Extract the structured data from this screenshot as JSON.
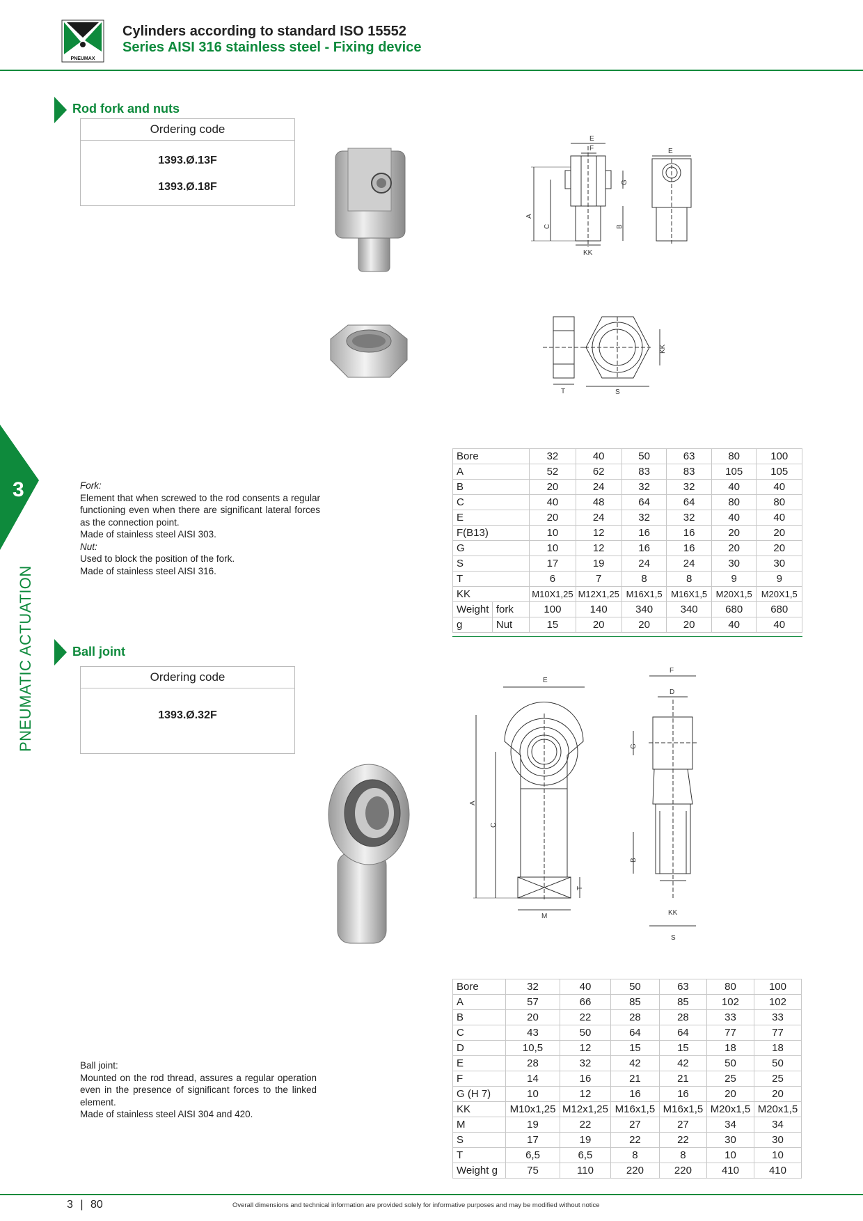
{
  "header": {
    "logo_text": "PNEUMAX",
    "title": "Cylinders according to standard ISO 15552",
    "subtitle": "Series AISI 316 stainless steel - Fixing device"
  },
  "sidebar": {
    "chapter": "3",
    "label": "PNEUMATIC ACTUATION"
  },
  "section1": {
    "title": "Rod fork and nuts",
    "ordering_header": "Ordering code",
    "codes": [
      "1393.Ø.13F",
      "1393.Ø.18F"
    ],
    "fork_labels": {
      "E1": "E",
      "F": "F",
      "G": "G",
      "A": "A",
      "C": "C",
      "B": "B",
      "KK": "KK",
      "E2": "E"
    },
    "nut_labels": {
      "KK": "KK",
      "T": "T",
      "S": "S"
    },
    "desc": {
      "fork_title": "Fork:",
      "fork_text": "Element that when screwed to the rod consents a regular functioning even when there are significant lateral forces as the connection point.",
      "fork_material": "Made of stainless steel AISI 303.",
      "nut_title": "Nut:",
      "nut_text": "Used to block the position of the fork.",
      "nut_material": "Made of stainless steel AISI 316."
    },
    "table": {
      "rows": [
        [
          "Bore",
          "32",
          "40",
          "50",
          "63",
          "80",
          "100"
        ],
        [
          "A",
          "52",
          "62",
          "83",
          "83",
          "105",
          "105"
        ],
        [
          "B",
          "20",
          "24",
          "32",
          "32",
          "40",
          "40"
        ],
        [
          "C",
          "40",
          "48",
          "64",
          "64",
          "80",
          "80"
        ],
        [
          "E",
          "20",
          "24",
          "32",
          "32",
          "40",
          "40"
        ],
        [
          "F(B13)",
          "10",
          "12",
          "16",
          "16",
          "20",
          "20"
        ],
        [
          "G",
          "10",
          "12",
          "16",
          "16",
          "20",
          "20"
        ],
        [
          "S",
          "17",
          "19",
          "24",
          "24",
          "30",
          "30"
        ],
        [
          "T",
          "6",
          "7",
          "8",
          "8",
          "9",
          "9"
        ],
        [
          "KK",
          "M10X1,25",
          "M12X1,25",
          "M16X1,5",
          "M16X1,5",
          "M20X1,5",
          "M20X1,5"
        ]
      ],
      "weight_label": "Weight",
      "weight_unit": "g",
      "fork_label": "fork",
      "nut_label": "Nut",
      "fork_weights": [
        "100",
        "140",
        "340",
        "340",
        "680",
        "680"
      ],
      "nut_weights": [
        "15",
        "20",
        "20",
        "20",
        "40",
        "40"
      ]
    }
  },
  "section2": {
    "title": "Ball joint",
    "ordering_header": "Ordering code",
    "codes": [
      "1393.Ø.32F"
    ],
    "drawing_labels": {
      "E": "E",
      "A": "A",
      "C": "C",
      "T": "T",
      "M": "M",
      "F": "F",
      "D": "D",
      "G": "G",
      "B": "B",
      "KK": "KK",
      "S": "S"
    },
    "desc": {
      "title": "Ball joint:",
      "text": "Mounted on the rod thread, assures a regular operation even in the presence of significant forces to the linked element.",
      "material": "Made of stainless steel AISI 304 and 420."
    },
    "table": {
      "rows": [
        [
          "Bore",
          "32",
          "40",
          "50",
          "63",
          "80",
          "100"
        ],
        [
          "A",
          "57",
          "66",
          "85",
          "85",
          "102",
          "102"
        ],
        [
          "B",
          "20",
          "22",
          "28",
          "28",
          "33",
          "33"
        ],
        [
          "C",
          "43",
          "50",
          "64",
          "64",
          "77",
          "77"
        ],
        [
          "D",
          "10,5",
          "12",
          "15",
          "15",
          "18",
          "18"
        ],
        [
          "E",
          "28",
          "32",
          "42",
          "42",
          "50",
          "50"
        ],
        [
          "F",
          "14",
          "16",
          "21",
          "21",
          "25",
          "25"
        ],
        [
          "G (H 7)",
          "10",
          "12",
          "16",
          "16",
          "20",
          "20"
        ],
        [
          "KK",
          "M10x1,25",
          "M12x1,25",
          "M16x1,5",
          "M16x1,5",
          "M20x1,5",
          "M20x1,5"
        ],
        [
          "M",
          "19",
          "22",
          "27",
          "27",
          "34",
          "34"
        ],
        [
          "S",
          "17",
          "19",
          "22",
          "22",
          "30",
          "30"
        ],
        [
          "T",
          "6,5",
          "6,5",
          "8",
          "8",
          "10",
          "10"
        ],
        [
          "Weight g",
          "75",
          "110",
          "220",
          "220",
          "410",
          "410"
        ]
      ]
    }
  },
  "footer": {
    "chapter": "3",
    "page": "80",
    "note": "Overall dimensions and technical information are provided solely for informative purposes and may be modified without notice"
  },
  "colors": {
    "brand_green": "#0e8a3c",
    "grid": "#c8c8c8"
  }
}
